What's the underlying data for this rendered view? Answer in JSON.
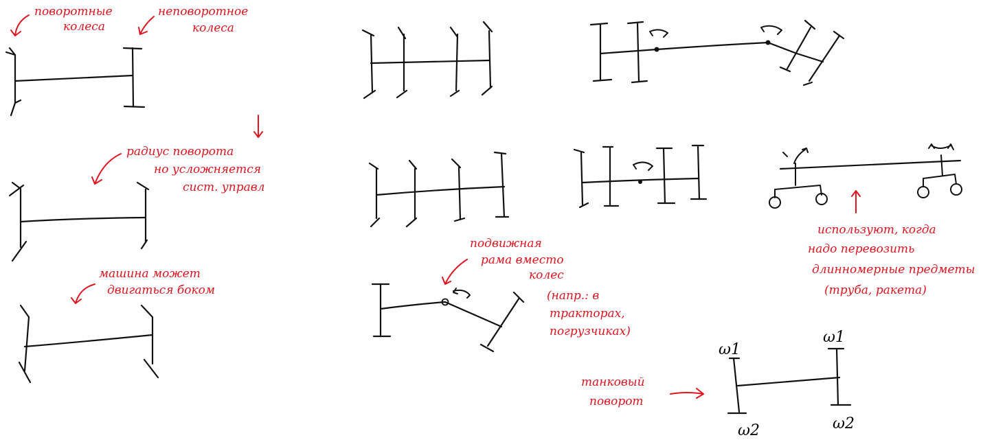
{
  "notes": {
    "steerable_wheels": [
      "поворотные",
      "колеса"
    ],
    "fixed_wheels": [
      "неповоротное",
      "колеса"
    ],
    "turn_radius": [
      "радиус поворота",
      "но усложняется",
      "сист. управл"
    ],
    "sideways": [
      "машина может",
      "двигаться боком"
    ],
    "articulated": [
      "подвижная",
      "рама вместо",
      "колес"
    ],
    "articulated_example": [
      "(напр.: в",
      "тракторах,",
      "погрузчиках)"
    ],
    "long_cargo": [
      "используют, когда",
      "надо перевозить",
      "длинномерные предметы",
      "(труба, ракета)"
    ],
    "tank_turn": [
      "танковый",
      "поворот"
    ]
  },
  "symbols": {
    "omega1_left": "ω1",
    "omega1_right": "ω1",
    "omega2_left": "ω2",
    "omega2_right": "ω2"
  },
  "colors": {
    "ink": "#111111",
    "annotation": "#e0141e"
  }
}
